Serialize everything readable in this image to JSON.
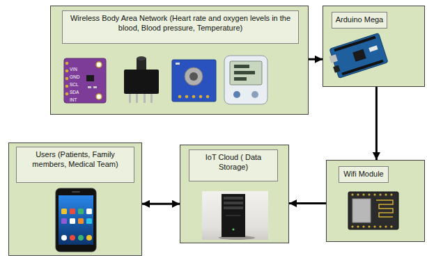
{
  "diagram": {
    "nodes": [
      {
        "text": [
          "Wireless Body Area Network (Heart rate and oxygen levels in the blood, Blood pressure, Temperature)"
        ]
      },
      {
        "text": [
          "Arduino Mega"
        ]
      },
      {
        "text": [
          "Wifi Module"
        ]
      },
      {
        "text": [
          "IoT Cloud ( Data Storage)"
        ]
      },
      {
        "text": [
          "Users (Patients, Family members, Medical Team)"
        ]
      }
    ],
    "edges": [
      {
        "from": 0,
        "to": 1,
        "arrow": "to"
      },
      {
        "from": 1,
        "to": 2,
        "arrow": "to"
      },
      {
        "from": 2,
        "to": 3,
        "arrow": "to"
      },
      {
        "from": 3,
        "to": 4,
        "arrow": "both"
      }
    ],
    "labels": [
      "VIN",
      "GND",
      "SCL",
      "SDA",
      "INT"
    ]
  }
}
